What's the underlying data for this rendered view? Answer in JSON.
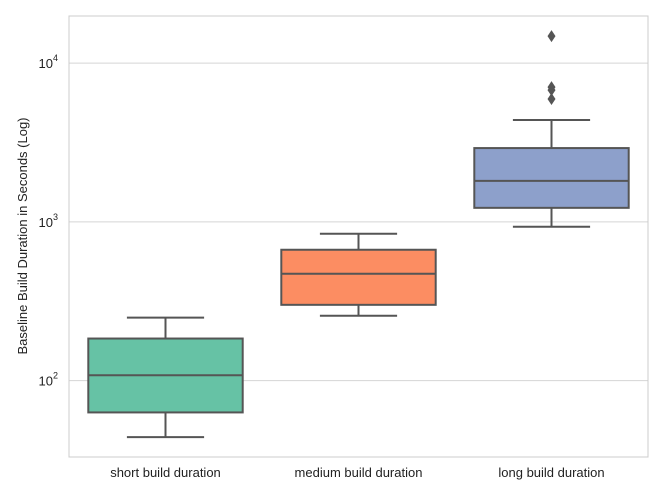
{
  "chart_data": {
    "type": "box",
    "title": "",
    "xlabel": "",
    "ylabel": "Baseline Build Duration in Seconds (Log)",
    "yscale": "log",
    "ylim": [
      33,
      19800
    ],
    "yticks": [
      {
        "value": 100,
        "base": "10",
        "exp": "2"
      },
      {
        "value": 1000,
        "base": "10",
        "exp": "3"
      },
      {
        "value": 10000,
        "base": "10",
        "exp": "4"
      }
    ],
    "grid": "horizontal",
    "categories": [
      "short build duration",
      "medium build duration",
      "long build duration"
    ],
    "colors": [
      "#66c2a5",
      "#fc8d62",
      "#8da0cb"
    ],
    "boxes": [
      {
        "whisker_low": 44,
        "q1": 63,
        "median": 108,
        "q3": 184,
        "whisker_high": 249,
        "outliers": []
      },
      {
        "whisker_low": 256,
        "q1": 300,
        "median": 471,
        "q3": 667,
        "whisker_high": 841,
        "outliers": []
      },
      {
        "whisker_low": 931,
        "q1": 1225,
        "median": 1811,
        "q3": 2915,
        "whisker_high": 4384,
        "outliers": [
          5940,
          6760,
          7060,
          14800
        ]
      }
    ]
  }
}
